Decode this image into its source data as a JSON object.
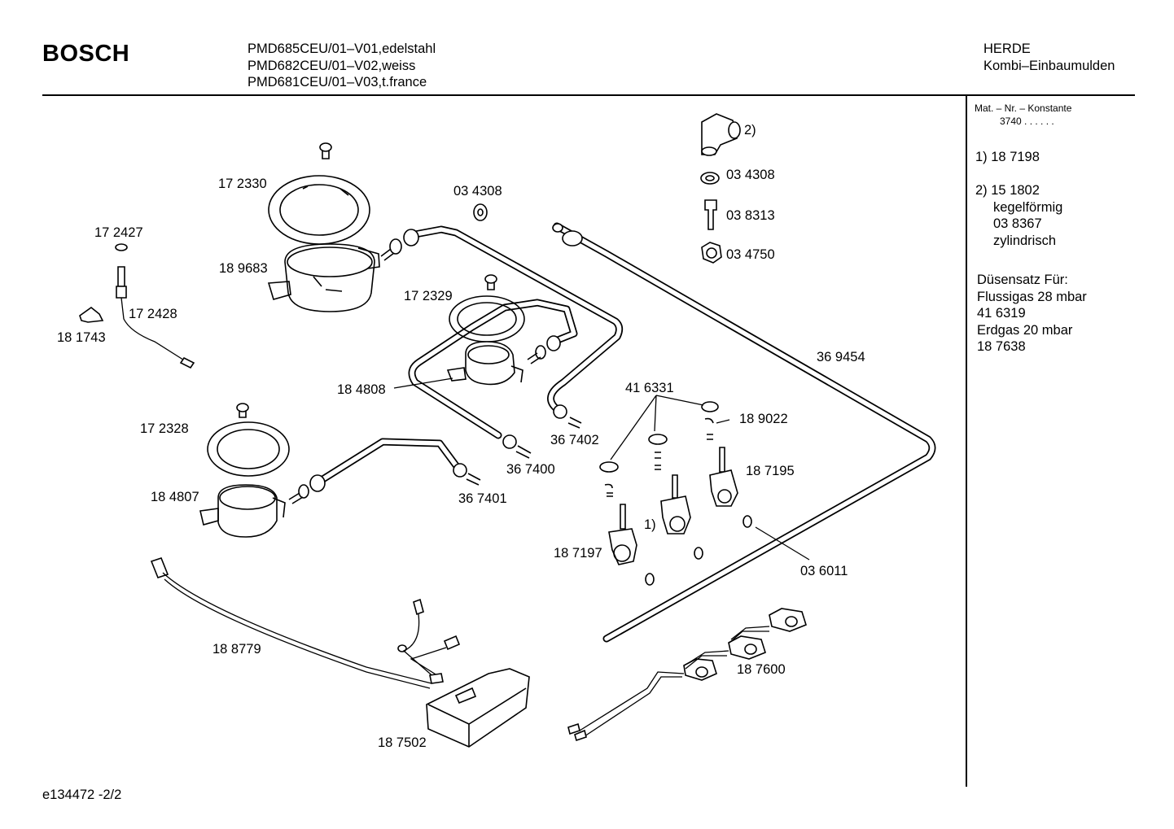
{
  "header": {
    "brand": "BOSCH",
    "models": [
      "PMD685CEU/01–V01,edelstahl",
      "PMD682CEU/01–V02,weiss",
      "PMD681CEU/01–V03,t.france"
    ],
    "category": [
      "HERDE",
      "Kombi–Einbaumulden"
    ]
  },
  "sidebar": {
    "mat_label": "Mat. – Nr. – Konstante",
    "mat_value": "3740  .  .  .  .  .  .",
    "note1": "1) 18 7198",
    "note2": [
      "2) 15 1802",
      "kegelförmig",
      "03 8367",
      "zylindrisch"
    ],
    "nozzles": [
      "Düsensatz Für:",
      "Flussigas 28 mbar",
      "41 6319",
      "Erdgas 20 mbar",
      "18 7638"
    ]
  },
  "footer": {
    "ref": "e134472   -2/2"
  },
  "labels": {
    "p172330": "17 2330",
    "p189683": "18 9683",
    "p172427": "17 2427",
    "p172428": "17 2428",
    "p181743": "18 1743",
    "p034308a": "03 4308",
    "p172329": "17 2329",
    "p184808": "18 4808",
    "p367402": "36 7402",
    "p367400": "36 7400",
    "p172328": "17 2328",
    "p184807": "18 4807",
    "p367401": "36 7401",
    "p188779": "18 8779",
    "p187502": "18 7502",
    "fitting2": "2)",
    "p034308b": "03 4308",
    "p038313": "03 8313",
    "p034750": "03 4750",
    "p369454": "36 9454",
    "p416331": "41 6331",
    "p189022": "18 9022",
    "p187195": "18 7195",
    "valve1": "1)",
    "p187197": "18 7197",
    "p036011": "03 6011",
    "p187600": "18 7600"
  }
}
